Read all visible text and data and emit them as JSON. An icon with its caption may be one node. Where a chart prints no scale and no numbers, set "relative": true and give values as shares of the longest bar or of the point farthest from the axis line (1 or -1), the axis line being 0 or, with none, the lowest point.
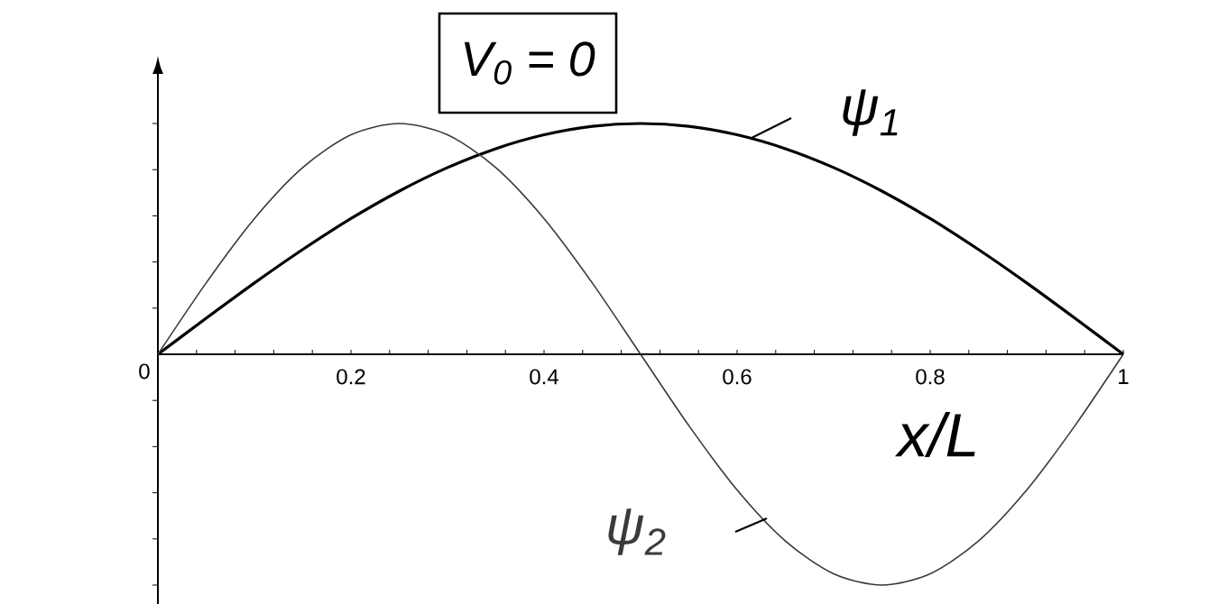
{
  "diagram": {
    "nodes": [
      {
        "text": [
          "V$_{0}$ = 0"
        ]
      }
    ],
    "chart_data": {
      "type": "line",
      "relative": true,
      "xlabel": "x/L",
      "x": [
        0,
        0.05,
        0.1,
        0.15,
        0.2,
        0.25,
        0.3,
        0.35,
        0.4,
        0.45,
        0.5,
        0.55,
        0.6,
        0.65,
        0.7,
        0.75,
        0.8,
        0.85,
        0.9,
        0.95,
        1
      ],
      "series": [
        {
          "name": "ψ$_{1}$",
          "color": "#000000",
          "values": [
            0,
            0.156,
            0.309,
            0.454,
            0.588,
            0.707,
            0.809,
            0.891,
            0.951,
            0.988,
            1,
            0.988,
            0.951,
            0.891,
            0.809,
            0.707,
            0.588,
            0.454,
            0.309,
            0.156,
            0
          ]
        },
        {
          "name": "ψ$_{2}$",
          "color": "#3a3a3a",
          "values": [
            0,
            0.309,
            0.588,
            0.809,
            0.951,
            1,
            0.951,
            0.809,
            0.588,
            0.309,
            0,
            -0.309,
            -0.588,
            -0.809,
            -0.951,
            -1,
            -0.951,
            -0.809,
            -0.588,
            -0.309,
            0
          ]
        }
      ],
      "xlim": [
        0,
        1
      ],
      "xticks": [
        {
          "value": 0,
          "label": "0"
        },
        {
          "value": 0.2,
          "label": "0.2"
        },
        {
          "value": 0.4,
          "label": "0.4"
        },
        {
          "value": 0.6,
          "label": "0.6"
        },
        {
          "value": 0.8,
          "label": "0.8"
        },
        {
          "value": 1,
          "label": "1"
        }
      ]
    }
  }
}
